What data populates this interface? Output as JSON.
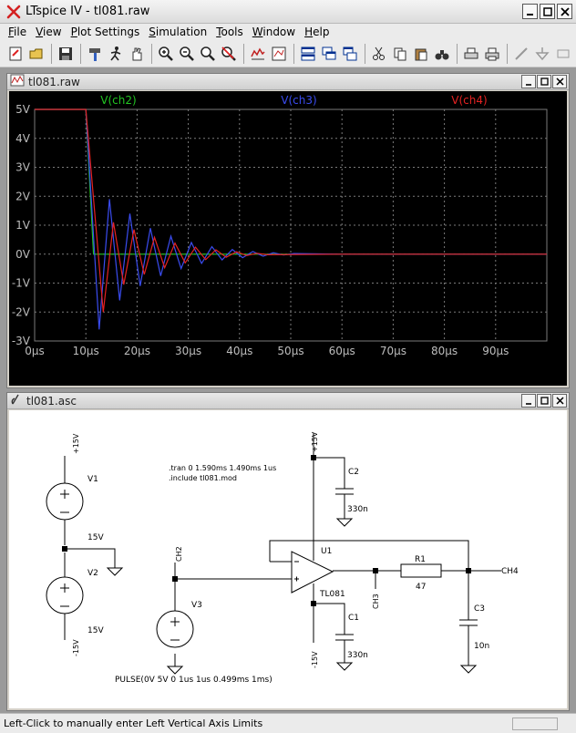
{
  "window": {
    "title": "LTspice IV - tl081.raw"
  },
  "menu": [
    {
      "pre": "",
      "u": "F",
      "post": "ile"
    },
    {
      "pre": "",
      "u": "V",
      "post": "iew"
    },
    {
      "pre": "",
      "u": "P",
      "post": "lot Settings"
    },
    {
      "pre": "",
      "u": "S",
      "post": "imulation"
    },
    {
      "pre": "",
      "u": "T",
      "post": "ools"
    },
    {
      "pre": "",
      "u": "W",
      "post": "indow"
    },
    {
      "pre": "",
      "u": "H",
      "post": "elp"
    }
  ],
  "plot_window": {
    "title": "tl081.raw"
  },
  "schematic_window": {
    "title": "tl081.asc"
  },
  "colors": {
    "green": "#22c422",
    "blue": "#3a4cf0",
    "red": "#e52222",
    "grid": "#7a7a7a",
    "axis_text": "#bdbdbd"
  },
  "chart_data": {
    "type": "line",
    "title": "",
    "xlabel": "",
    "ylabel": "",
    "xlim": [
      0,
      100
    ],
    "ylim": [
      -3,
      5
    ],
    "x_unit": "µs",
    "y_unit": "V",
    "x_ticks": [
      "0µs",
      "10µs",
      "20µs",
      "30µs",
      "40µs",
      "50µs",
      "60µs",
      "70µs",
      "80µs",
      "90µs"
    ],
    "y_ticks": [
      "5V",
      "4V",
      "3V",
      "2V",
      "1V",
      "0V",
      "-1V",
      "-2V",
      "-3V"
    ],
    "grid": true,
    "legend": "top",
    "series": [
      {
        "name": "V(ch2)",
        "color": "#22c422",
        "x": [
          0,
          10,
          11.5,
          20,
          60,
          100
        ],
        "y": [
          5,
          5,
          0,
          0,
          0,
          0
        ]
      },
      {
        "name": "V(ch3)",
        "color": "#3a4cf0",
        "x": [
          0,
          10,
          12.6,
          14.6,
          16.6,
          18.6,
          20.6,
          22.6,
          24.6,
          26.6,
          28.6,
          30.6,
          32.6,
          34.6,
          36.6,
          38.6,
          40.6,
          42.6,
          44.6,
          46.6,
          48.6,
          50.6,
          60,
          100
        ],
        "y": [
          5,
          5,
          -2.6,
          1.9,
          -1.6,
          1.4,
          -1.1,
          0.9,
          -0.75,
          0.62,
          -0.5,
          0.4,
          -0.32,
          0.26,
          -0.2,
          0.16,
          -0.12,
          0.09,
          -0.07,
          0.05,
          -0.03,
          0.02,
          0,
          0
        ]
      },
      {
        "name": "V(ch4)",
        "color": "#e52222",
        "x": [
          0,
          10,
          13.4,
          15.4,
          17.4,
          19.4,
          21.4,
          23.4,
          25.4,
          27.4,
          29.4,
          31.4,
          33.4,
          35.4,
          37.4,
          39.4,
          41.4,
          43.4,
          45.4,
          60,
          100
        ],
        "y": [
          5,
          5,
          -2.0,
          1.1,
          -1.05,
          0.85,
          -0.7,
          0.58,
          -0.47,
          0.38,
          -0.3,
          0.24,
          -0.19,
          0.15,
          -0.11,
          0.08,
          -0.05,
          0.03,
          -0.02,
          0,
          0
        ]
      }
    ]
  },
  "schematic": {
    "directives": [
      ".tran 0 1.590ms 1.490ms 1us",
      ".include tl081.mod"
    ],
    "v1": {
      "name": "V1",
      "value": "15V"
    },
    "v2": {
      "name": "V2",
      "value": "15V"
    },
    "v3": {
      "name": "V3",
      "value": "PULSE(0V 5V 0 1us 1us 0.499ms 1ms)"
    },
    "u1": {
      "name": "U1",
      "model": "TL081"
    },
    "r1": {
      "name": "R1",
      "value": "47"
    },
    "c1": {
      "name": "C1",
      "value": "330n"
    },
    "c2": {
      "name": "C2",
      "value": "330n"
    },
    "c3": {
      "name": "C3",
      "value": "10n"
    },
    "labels": {
      "plus15_left": "+15V",
      "minus15_left": "-15V",
      "plus15_top": "+15V",
      "minus15_bottom": "-15V",
      "ch2": "CH2",
      "ch3": "CH3",
      "ch4": "CH4"
    }
  },
  "status": {
    "text": "Left-Click to manually enter Left Vertical Axis Limits"
  }
}
